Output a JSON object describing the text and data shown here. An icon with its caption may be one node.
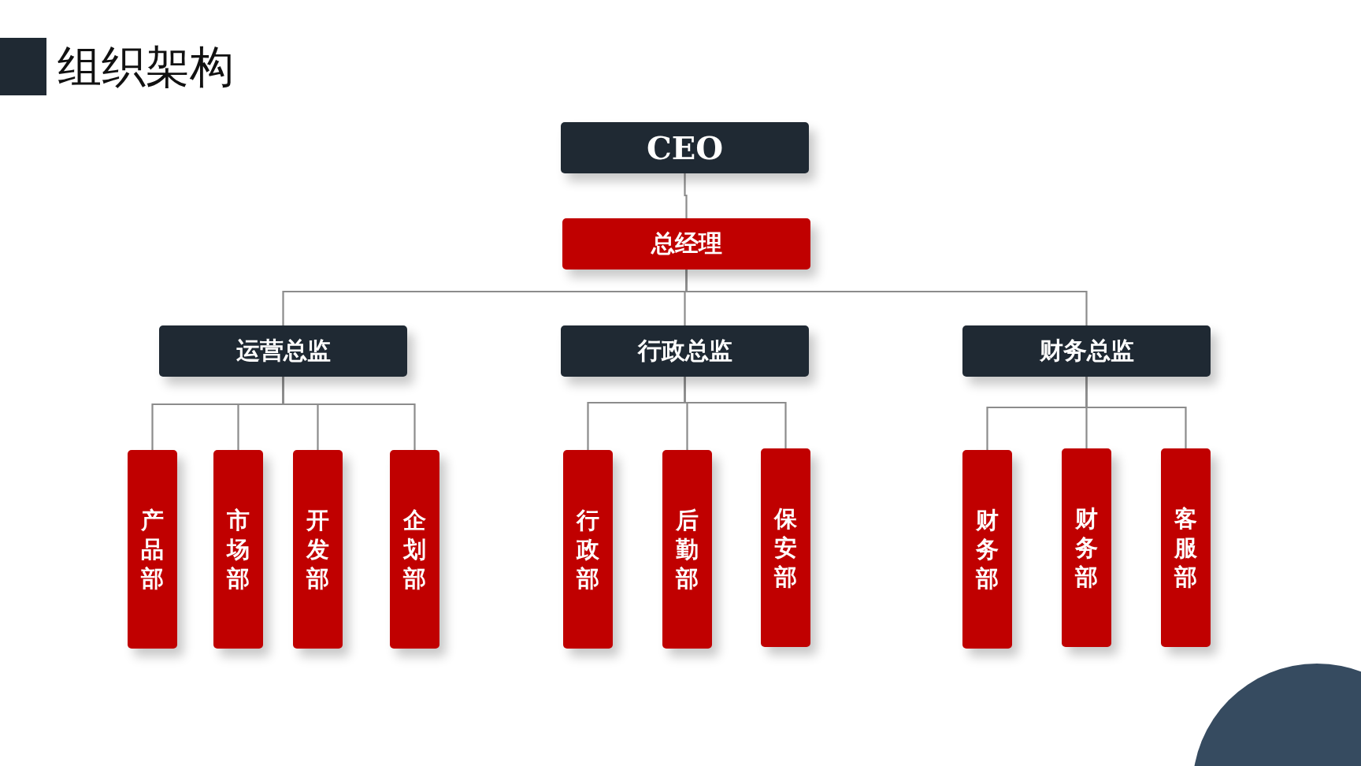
{
  "diagram": {
    "title": "组织架构",
    "nodes": [
      {
        "text": [
          "CEO"
        ]
      },
      {
        "text": [
          "总经理"
        ]
      },
      {
        "text": [
          "运营总监"
        ]
      },
      {
        "text": [
          "行政总监"
        ]
      },
      {
        "text": [
          "财务总监"
        ]
      },
      {
        "text": [
          "产品部"
        ]
      },
      {
        "text": [
          "市场部"
        ]
      },
      {
        "text": [
          "开发部"
        ]
      },
      {
        "text": [
          "企划部"
        ]
      },
      {
        "text": [
          "行政部"
        ]
      },
      {
        "text": [
          "后勤部"
        ]
      },
      {
        "text": [
          "保安部"
        ]
      },
      {
        "text": [
          "财务部"
        ]
      },
      {
        "text": [
          "财务部"
        ]
      },
      {
        "text": [
          "客服部"
        ]
      }
    ],
    "edges": [
      {
        "from": 0,
        "to": 1,
        "arrow": "none"
      },
      {
        "from": 1,
        "to": 2,
        "arrow": "none"
      },
      {
        "from": 1,
        "to": 3,
        "arrow": "none"
      },
      {
        "from": 1,
        "to": 4,
        "arrow": "none"
      },
      {
        "from": 2,
        "to": 5,
        "arrow": "none"
      },
      {
        "from": 2,
        "to": 6,
        "arrow": "none"
      },
      {
        "from": 2,
        "to": 7,
        "arrow": "none"
      },
      {
        "from": 2,
        "to": 8,
        "arrow": "none"
      },
      {
        "from": 3,
        "to": 9,
        "arrow": "none"
      },
      {
        "from": 3,
        "to": 10,
        "arrow": "none"
      },
      {
        "from": 3,
        "to": 11,
        "arrow": "none"
      },
      {
        "from": 4,
        "to": 12,
        "arrow": "none"
      },
      {
        "from": 4,
        "to": 13,
        "arrow": "none"
      },
      {
        "from": 4,
        "to": 14,
        "arrow": "none"
      }
    ]
  }
}
